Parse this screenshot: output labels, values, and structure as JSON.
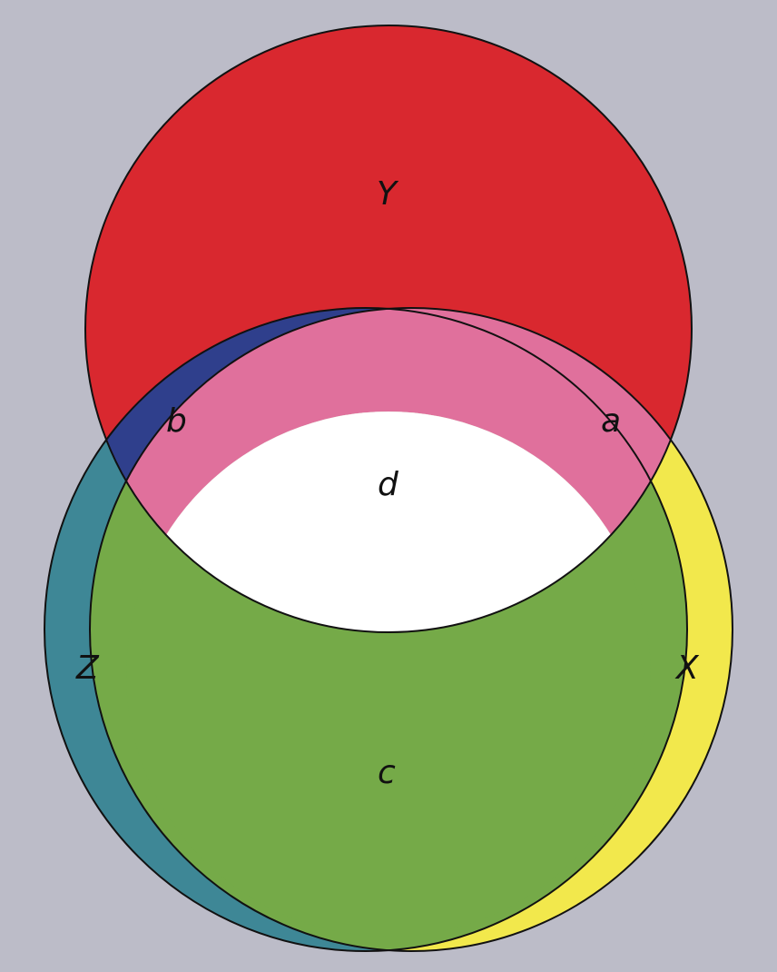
{
  "diagram": {
    "type": "venn",
    "sets": {
      "Y": "Y",
      "Z": "Z",
      "X": "X"
    },
    "regions": {
      "a": "a",
      "b": "b",
      "c": "c",
      "d": "d"
    },
    "colors": {
      "background": "#bcbcc8",
      "Y": "#d9282f",
      "Z": "#3e8796",
      "X": "#f2e84c",
      "a": "#e0709c",
      "b": "#2f3f8c",
      "c": "#75aa48",
      "d": "#ffffff",
      "outline": "#111111"
    }
  }
}
